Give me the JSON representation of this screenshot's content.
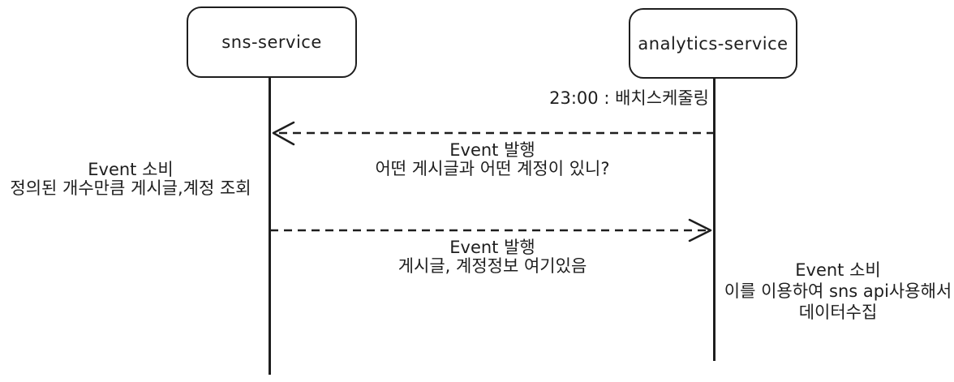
{
  "diagram": {
    "type": "sequence-diagram",
    "background_color": "#ffffff",
    "stroke_color": "#1e1e1e",
    "actors": [
      {
        "label": "sns-service"
      },
      {
        "label": "analytics-service"
      }
    ],
    "schedule_note": "23:00 : 배치스케줄링",
    "messages": [
      {
        "from": "analytics-service",
        "to": "sns-service",
        "style": "dashed",
        "line1": "Event 발행",
        "line2": "어떤 게시글과 어떤 계정이 있니?"
      },
      {
        "from": "sns-service",
        "to": "analytics-service",
        "style": "dashed",
        "line1": "Event 발행",
        "line2": "게시글, 계정정보 여기있음"
      }
    ],
    "notes": {
      "left": {
        "line1": "Event 소비",
        "line2": "정의된 개수만큼 게시글,계정 조회"
      },
      "right": {
        "line1": "Event 소비",
        "line2": "이를 이용하여 sns api사용해서",
        "line3": "데이터수집"
      }
    }
  }
}
